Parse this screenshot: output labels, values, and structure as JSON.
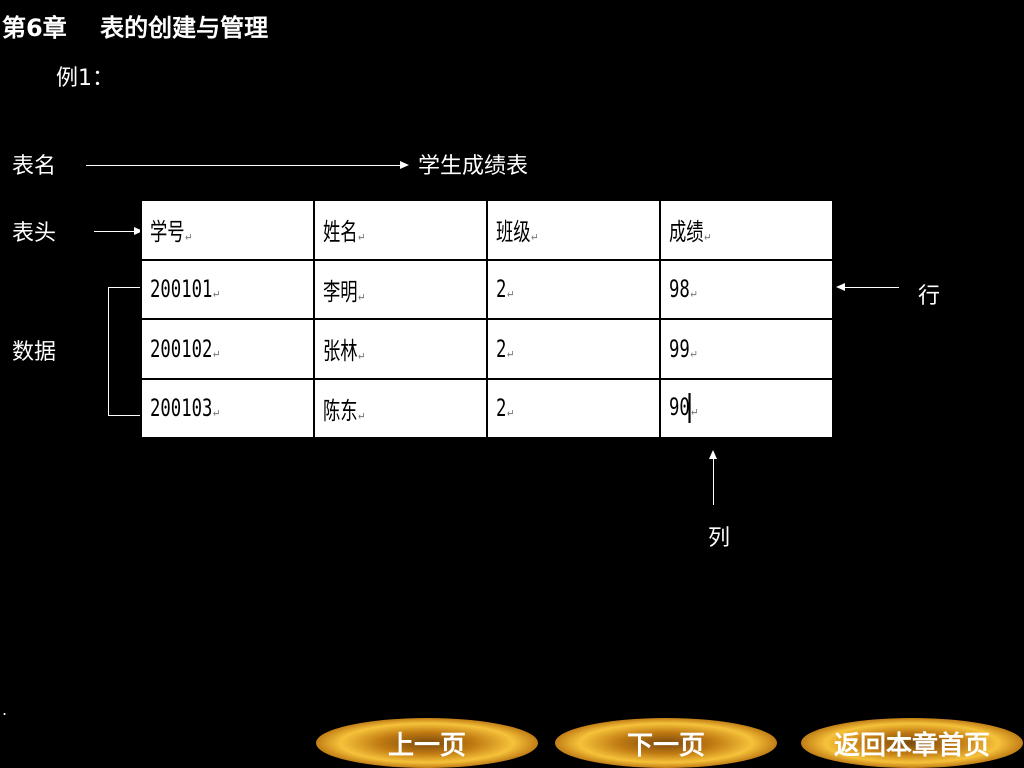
{
  "header": {
    "title": "第6章    表的创建与管理"
  },
  "example": {
    "label": "例1："
  },
  "labels": {
    "table_name": "表名",
    "table_name_value": "学生成绩表",
    "table_header": "表头",
    "data": "数据",
    "row": "行",
    "column": "列"
  },
  "table": {
    "headers": [
      "学号",
      "姓名",
      "班级",
      "成绩"
    ],
    "rows": [
      [
        "200101",
        "李明",
        "2",
        "98"
      ],
      [
        "200102",
        "张林",
        "2",
        "99"
      ],
      [
        "200103",
        "陈东",
        "2",
        "90"
      ]
    ]
  },
  "nav": {
    "prev": "上一页",
    "next": "下一页",
    "home": "返回本章首页"
  },
  "misc": {
    "dot": "."
  }
}
